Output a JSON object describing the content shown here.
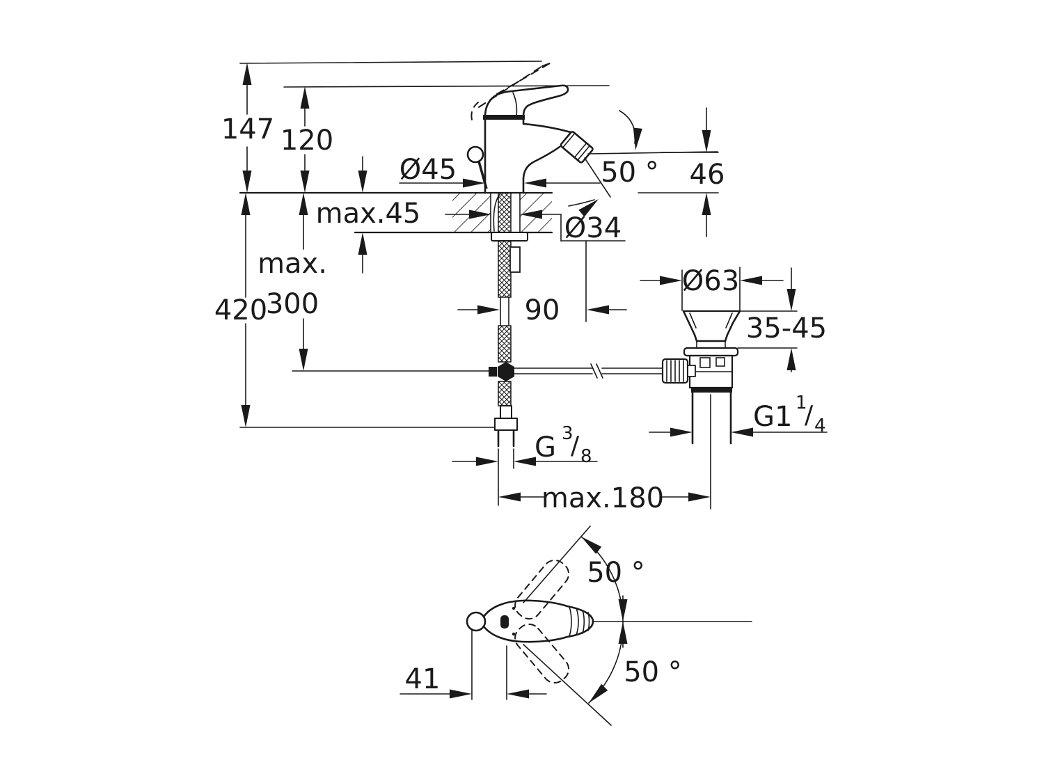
{
  "front_view": {
    "height_total": "147",
    "height_handle": "120",
    "body_diameter": "Ø45",
    "deck_max_thickness": "max.45",
    "hole_diameter": "Ø34",
    "spout_angle": "50 °",
    "spout_outlet_height": "46",
    "hose_max_word": "max.",
    "hose_max_value": "300",
    "hose_length": "420",
    "spout_projection": "90",
    "waste_flange_diameter": "Ø63",
    "waste_clamp_range": "35-45",
    "waste_thread": {
      "base": "G1",
      "sup": "1",
      "slash": "/",
      "sub": "4"
    },
    "supply_thread": {
      "base": "G",
      "sup": "3",
      "slash": "/",
      "sub": "8"
    },
    "drain_offset": "max.180"
  },
  "top_view": {
    "swing_angle_up": "50 °",
    "swing_angle_down": "50 °",
    "handle_offset": "41"
  },
  "colors": {
    "line": "#1a1a1a",
    "background": "#ffffff"
  }
}
